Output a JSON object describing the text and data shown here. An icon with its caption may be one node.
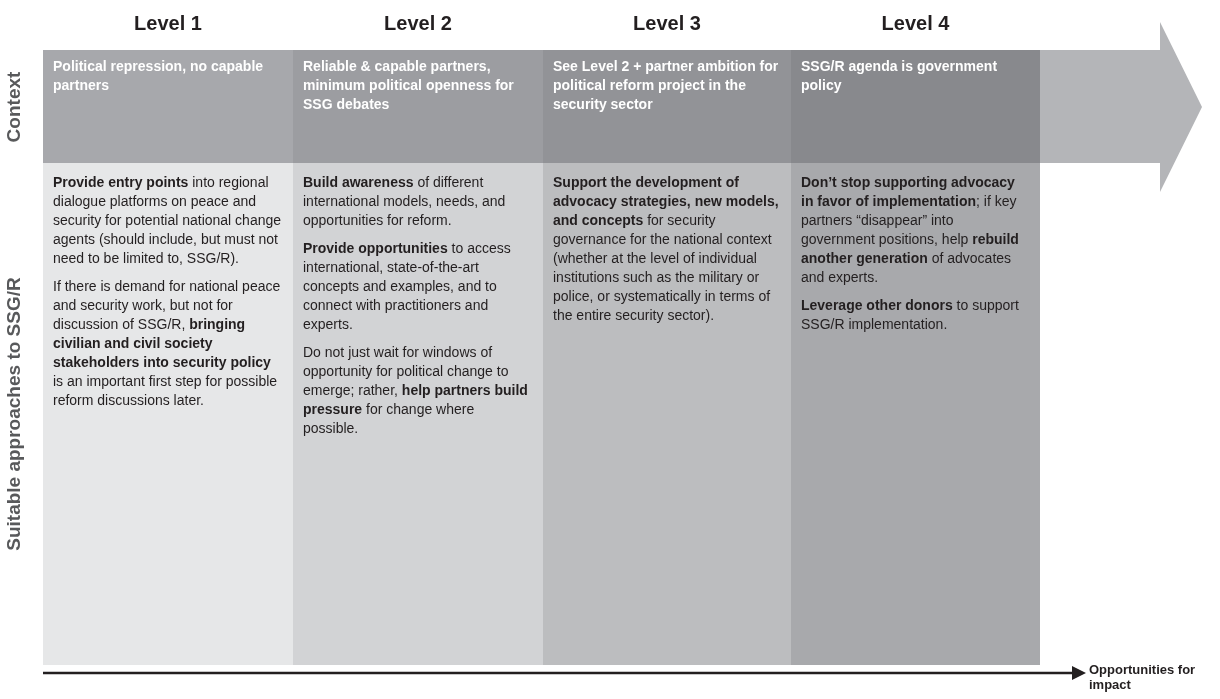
{
  "diagram": {
    "nodes": [
      {
        "text": [
          "Political repression, no capable partners"
        ]
      },
      {
        "text": [
          "Reliable & capable partners, minimum political openness for SSG debates"
        ]
      },
      {
        "text": [
          "See Level 2 + partner ambition for political reform project in the security sector"
        ]
      },
      {
        "text": [
          "SSG/R agenda is government policy"
        ]
      },
      {
        "text": [
          "**Provide entry points** into regional dialogue platforms on peace and security for potential national change agents (should include, but must not need to be limited to, SSG/R).",
          "If there is demand for national peace and security work, but not for discussion of SSG/R, **bringing civilian and civil society stakeholders into security policy** is an important first step for possible reform discussions later."
        ]
      },
      {
        "text": [
          "**Build awareness** of different international models, needs, and opportunities for reform.",
          "**Provide opportunities** to access international, state-of-the-art concepts and examples, and to connect with practitioners and experts.",
          "Do not just wait for windows of opportunity for political change to emerge; rather, **help partners build pressure** for change where possible."
        ]
      },
      {
        "text": [
          "**Support the development of advocacy strategies, new models, and concepts** for security governance for the national context (whether at the level of individual institutions such as the military or police, or systematically in terms of the entire security sector)."
        ]
      },
      {
        "text": [
          "**Don’t stop supporting advocacy in favor of implementation**; if key partners “disappear” into government positions, help **rebuild another generation** of advocates and experts.",
          "**Leverage other donors** to support SSG/R implementation."
        ]
      }
    ],
    "edges": [],
    "labels": [
      "Level 1",
      "Level 2",
      "Level 3",
      "Level 4",
      "Context",
      "Suitable approaches to SSG/R",
      "Opportunities for impact"
    ]
  }
}
